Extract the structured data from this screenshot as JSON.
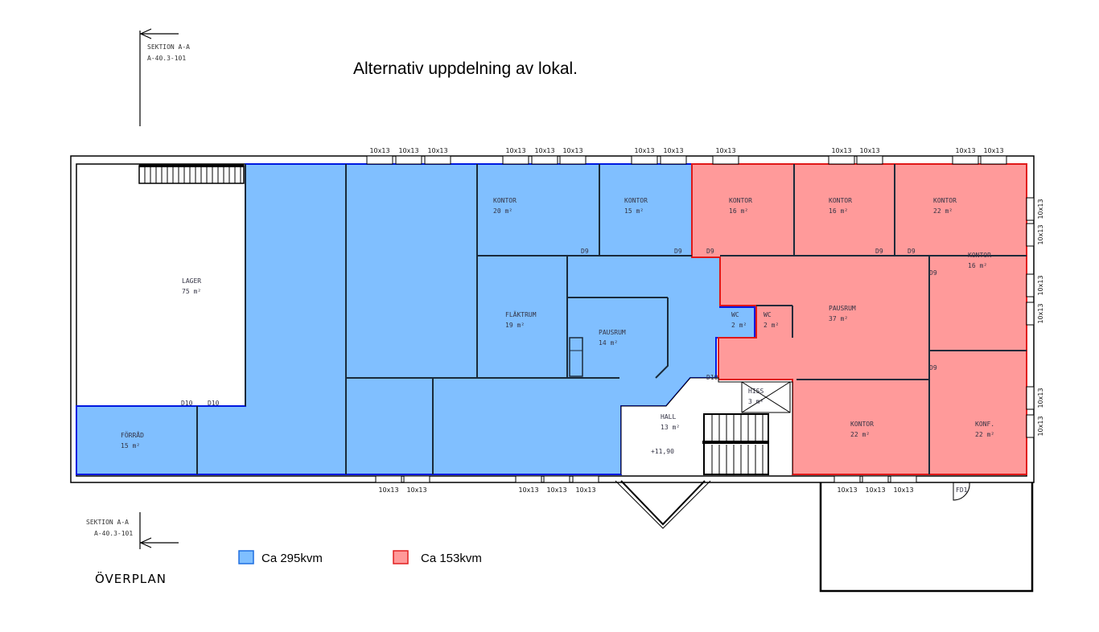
{
  "title": "Alternativ uppdelning av lokal.",
  "section_marks": [
    {
      "name": "SEKTION A-A",
      "ref": "A-40.3-101"
    },
    {
      "name": "SEKTION A-A",
      "ref": "A-40.3-101"
    }
  ],
  "plan_name": "ÖVERPLAN",
  "legend": [
    {
      "label": "Ca 295kvm",
      "color": "#7fbfff",
      "border": "#1f6fe0"
    },
    {
      "label": "Ca 153kvm",
      "color": "#ff9999",
      "border": "#e02020"
    }
  ],
  "zones": {
    "blue_fill": "#80bfff",
    "blue_border": "#0018e0",
    "red_fill": "#ff9a9a",
    "red_border": "#e01818"
  },
  "rooms": [
    {
      "name": "LAGER",
      "area": "75 m²"
    },
    {
      "name": "KONTOR",
      "area": "20 m²"
    },
    {
      "name": "KONTOR",
      "area": "15 m²"
    },
    {
      "name": "KONTOR",
      "area": "16 m²"
    },
    {
      "name": "KONTOR",
      "area": "16 m²"
    },
    {
      "name": "KONTOR",
      "area": "22 m²"
    },
    {
      "name": "KONTOR",
      "area": "16 m²"
    },
    {
      "name": "FLÄKTRUM",
      "area": "19 m²"
    },
    {
      "name": "PAUSRUM",
      "area": "14 m²"
    },
    {
      "name": "WC",
      "area": "2 m²"
    },
    {
      "name": "WC",
      "area": "2 m²"
    },
    {
      "name": "PAUSRUM",
      "area": "37 m²"
    },
    {
      "name": "HALL",
      "area": "13 m²"
    },
    {
      "name": "HISS",
      "area": "3 m²"
    },
    {
      "name": "KONTOR",
      "area": "22 m²"
    },
    {
      "name": "KONF.",
      "area": "22 m²"
    },
    {
      "name": "FÖRRÅD",
      "area": "15 m²"
    }
  ],
  "elevation": "+11,90",
  "door_labels": [
    "D9",
    "D9",
    "D9",
    "D9",
    "D9",
    "D9",
    "D9",
    "D10",
    "D10",
    "D10",
    "FD1"
  ],
  "window_label": "10x13",
  "windows_top_count": 13,
  "windows_bottom_count": 8,
  "windows_right_count": 6
}
